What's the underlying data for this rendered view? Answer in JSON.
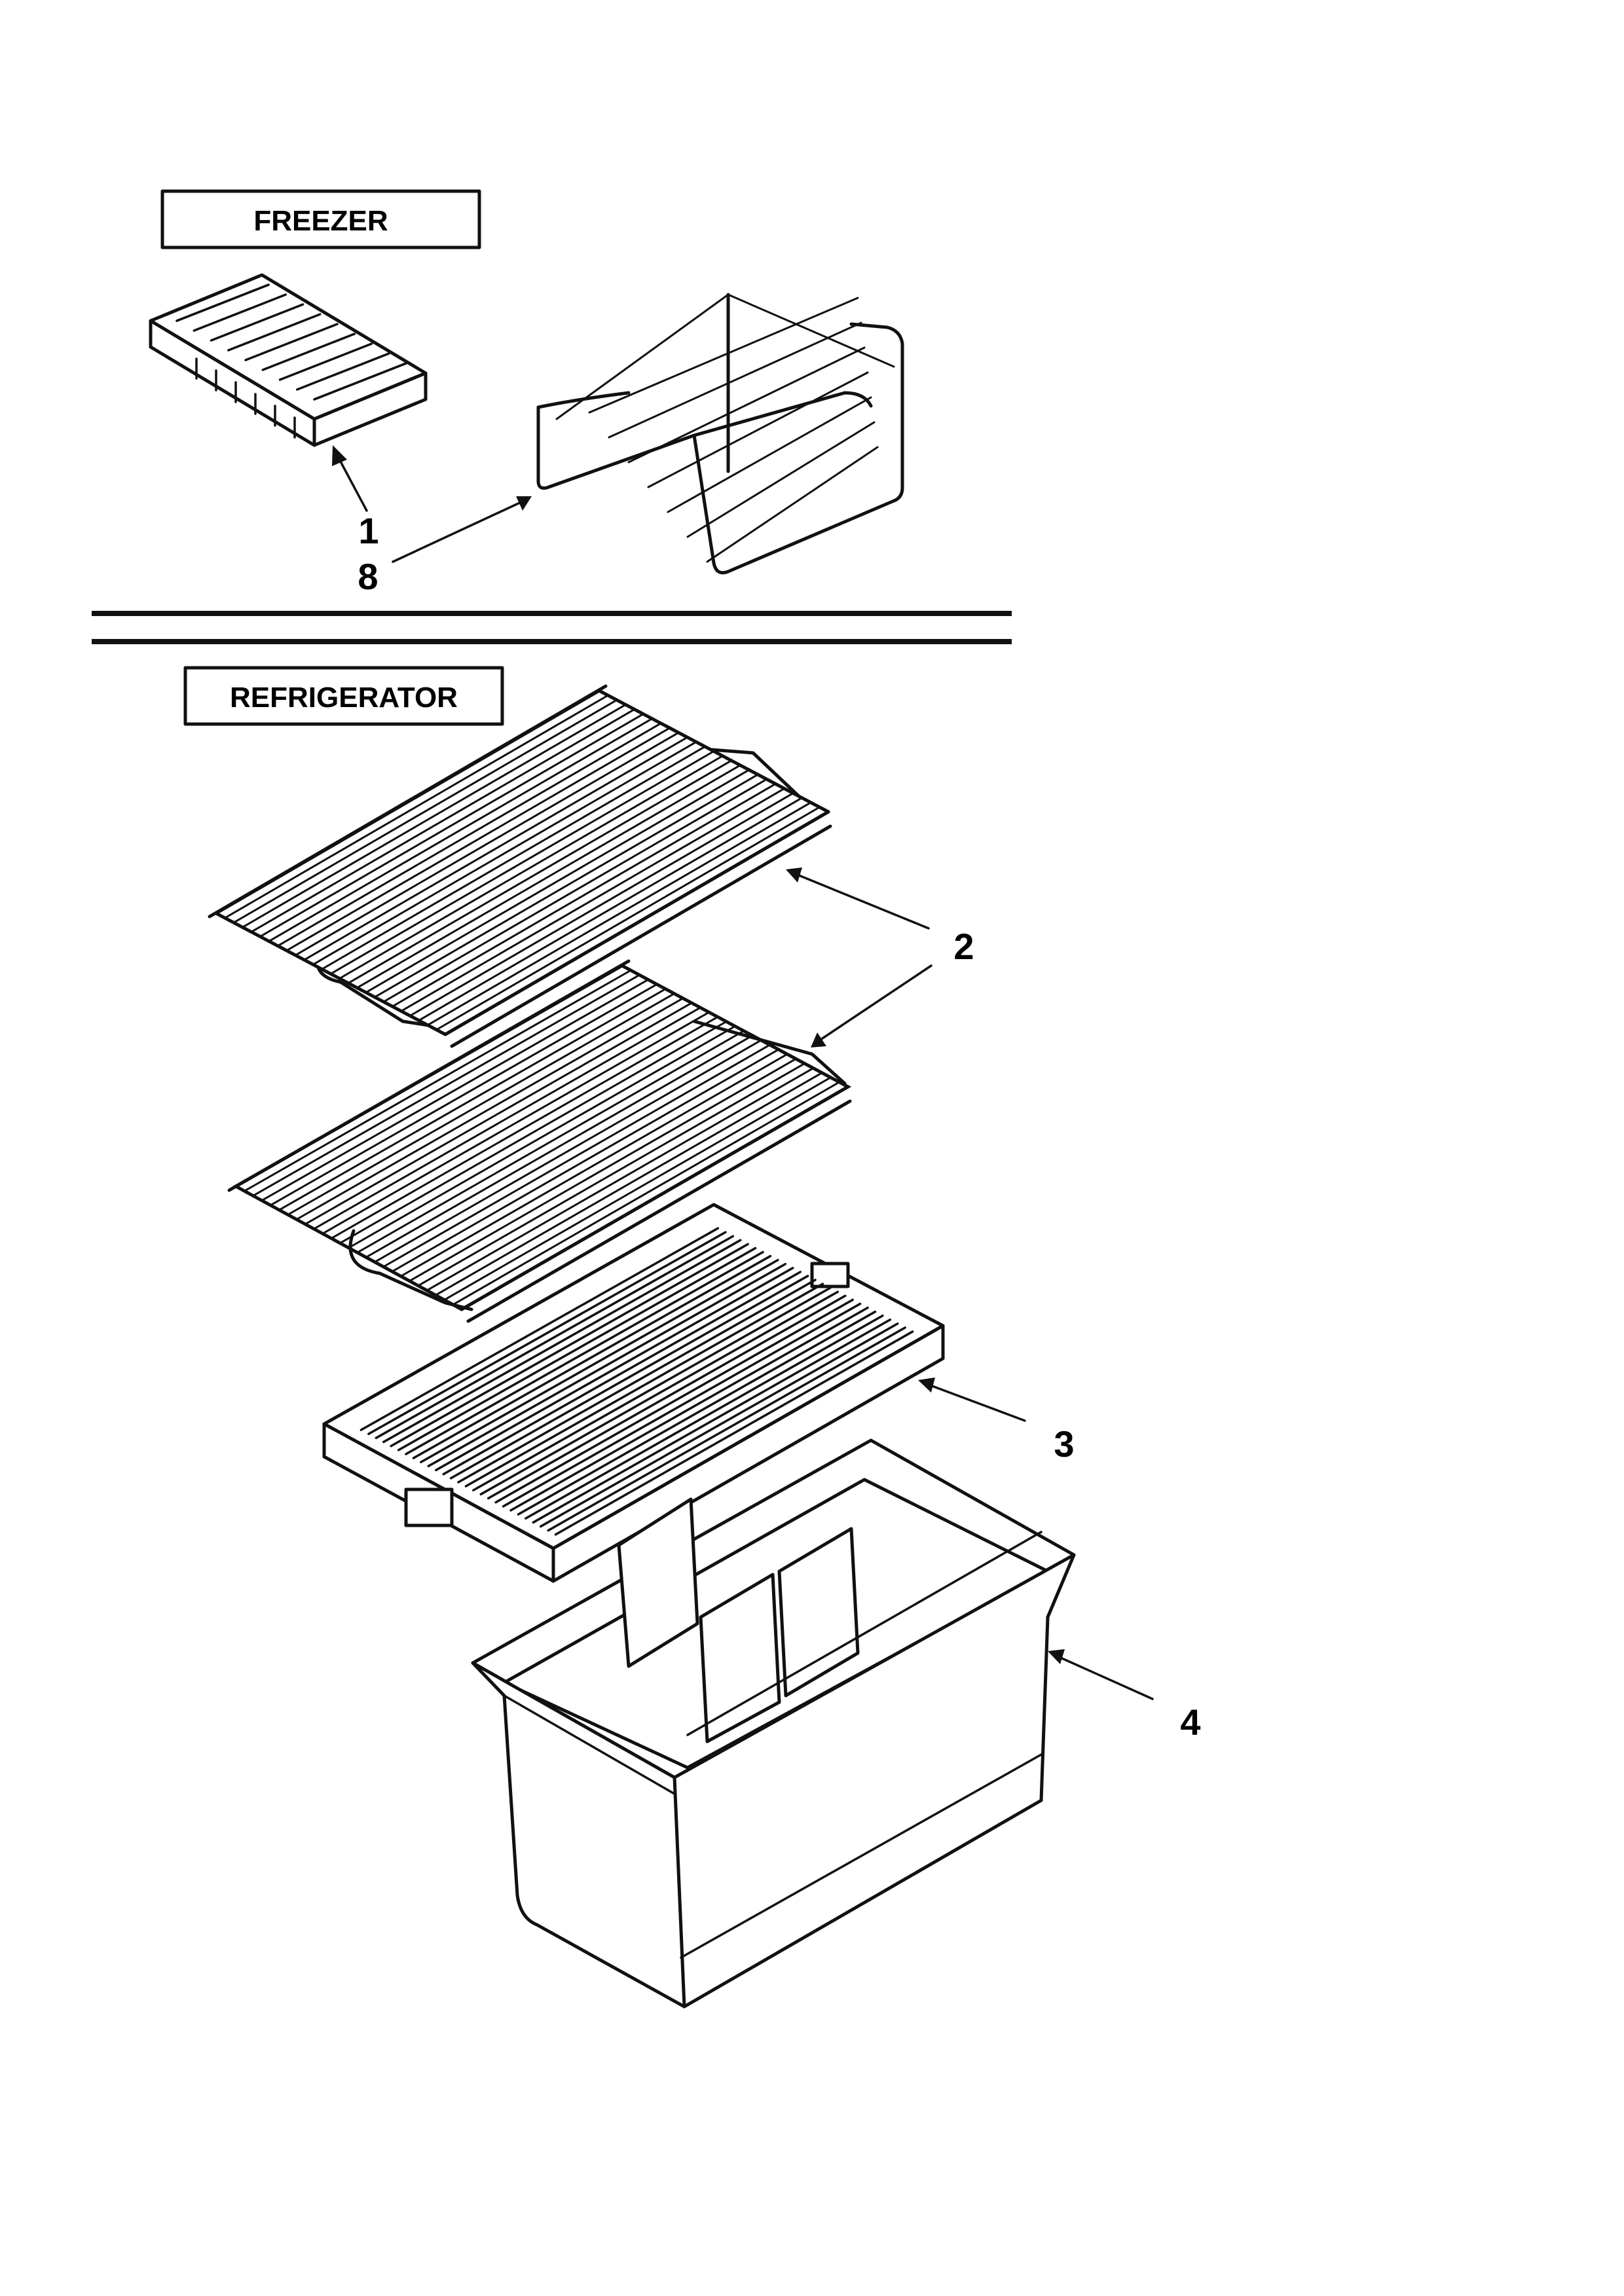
{
  "sections": {
    "freezer": {
      "title": "FREEZER"
    },
    "refrigerator": {
      "title": "REFRIGERATOR"
    }
  },
  "callouts": {
    "ice_tray": "1",
    "freezer_shelf": "8",
    "wire_shelf": "2",
    "crisper_cover": "3",
    "crisper_drawer": "4"
  },
  "colors": {
    "ink": "#111111",
    "paper": "#ffffff"
  }
}
